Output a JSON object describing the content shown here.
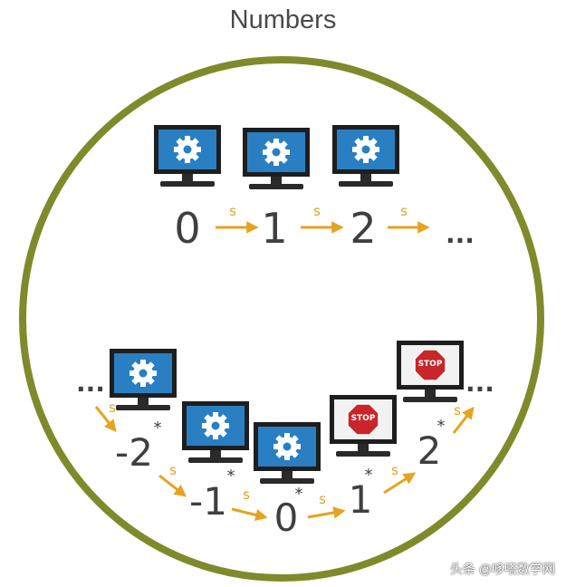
{
  "title": "Numbers",
  "arrow_label": "s",
  "colors": {
    "circle": "#7f8a2b",
    "arrow": "#e5a321",
    "screen": "#2a7fc3",
    "monitor_frame": "#1e1e1e",
    "stop": "#c8262a",
    "text": "#3f3f3f"
  },
  "top_row": {
    "numbers": [
      "0",
      "1",
      "2"
    ],
    "ellipsis": "...",
    "monitors": [
      "gear-icon",
      "gear-icon",
      "gear-icon"
    ]
  },
  "bottom_row": {
    "leading_ellipsis": "...",
    "trailing_ellipsis": "...",
    "star": "*",
    "numbers": [
      "-2",
      "-1",
      "0",
      "1",
      "2"
    ],
    "monitors": [
      "gear-icon",
      "gear-icon",
      "gear-icon",
      "stop-sign-icon",
      "stop-sign-icon"
    ],
    "stop_label": "STOP"
  },
  "watermark": "头条 @哆嗒数学网"
}
